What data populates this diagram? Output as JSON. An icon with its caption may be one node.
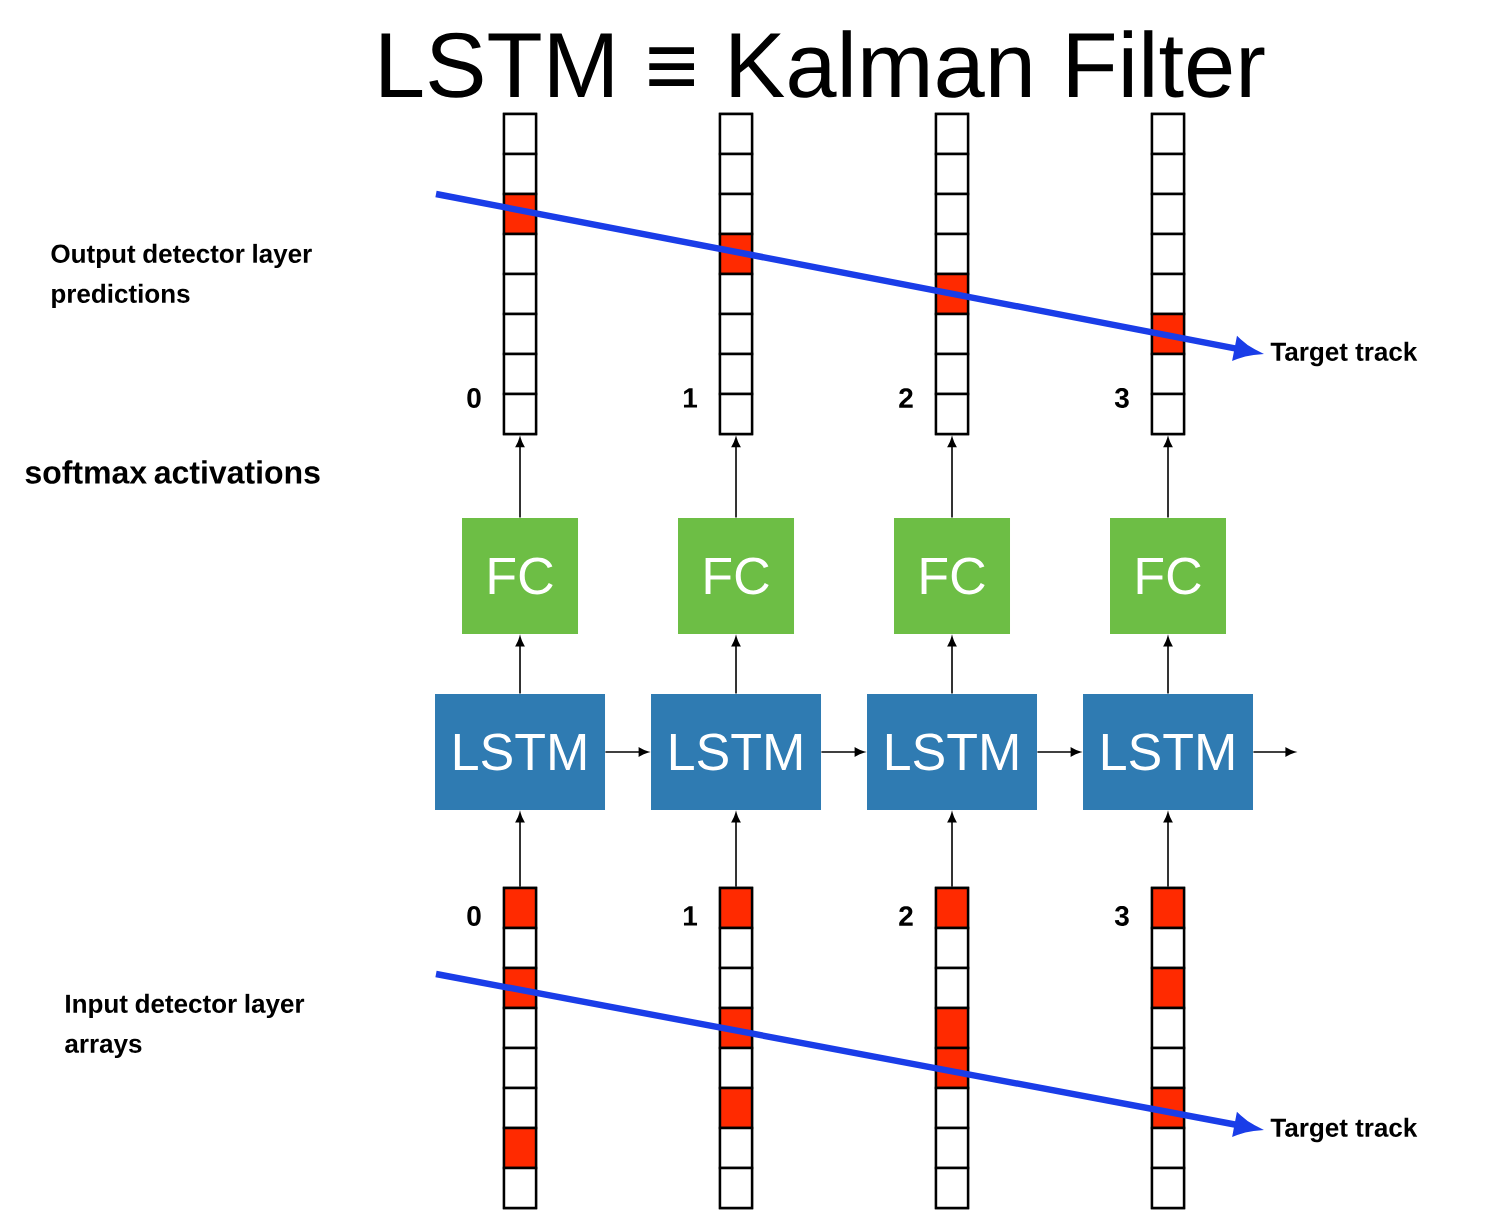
{
  "diagram": {
    "title": "LSTM ≡ Kalman Filter",
    "nodes": [
      {
        "text": [],
        "shape": "bar",
        "beside": [
          "0"
        ]
      },
      {
        "text": [],
        "shape": "bar",
        "beside": [
          "1"
        ]
      },
      {
        "text": [],
        "shape": "bar",
        "beside": [
          "2"
        ]
      },
      {
        "text": [],
        "shape": "bar",
        "beside": [
          "3"
        ]
      },
      {
        "text": [
          "FC"
        ]
      },
      {
        "text": [
          "FC"
        ]
      },
      {
        "text": [
          "FC"
        ]
      },
      {
        "text": [
          "FC"
        ]
      },
      {
        "text": [
          "LSTM"
        ]
      },
      {
        "text": [
          "LSTM"
        ]
      },
      {
        "text": [
          "LSTM"
        ]
      },
      {
        "text": [
          "LSTM"
        ]
      },
      {
        "text": [],
        "shape": "bar",
        "beside": [
          "0"
        ]
      },
      {
        "text": [],
        "shape": "bar",
        "beside": [
          "1"
        ]
      },
      {
        "text": [],
        "shape": "bar",
        "beside": [
          "2"
        ]
      },
      {
        "text": [],
        "shape": "bar",
        "beside": [
          "3"
        ]
      },
      {
        "text": [
          "Target track"
        ]
      },
      {
        "text": [
          "Target track"
        ]
      }
    ],
    "edges": [
      {
        "from": 12,
        "to": 8,
        "arrow": "to"
      },
      {
        "from": 13,
        "to": 9,
        "arrow": "to"
      },
      {
        "from": 14,
        "to": 10,
        "arrow": "to"
      },
      {
        "from": 15,
        "to": 11,
        "arrow": "to"
      },
      {
        "from": 8,
        "to": 4,
        "arrow": "to"
      },
      {
        "from": 9,
        "to": 5,
        "arrow": "to"
      },
      {
        "from": 10,
        "to": 6,
        "arrow": "to"
      },
      {
        "from": 11,
        "to": 7,
        "arrow": "to"
      },
      {
        "from": 4,
        "to": 0,
        "arrow": "to"
      },
      {
        "from": 5,
        "to": 1,
        "arrow": "to"
      },
      {
        "from": 6,
        "to": 2,
        "arrow": "to"
      },
      {
        "from": 7,
        "to": 3,
        "arrow": "to"
      },
      {
        "from": 8,
        "to": 9,
        "arrow": "to"
      },
      {
        "from": 9,
        "to": 10,
        "arrow": "to"
      },
      {
        "from": 10,
        "to": 11,
        "arrow": "to"
      },
      {
        "from": 11,
        "to": null,
        "arrow": "to"
      },
      {
        "from": null,
        "to": 16,
        "arrow": "to",
        "style": "thick",
        "color": "#1a3de8"
      },
      {
        "from": null,
        "to": 17,
        "arrow": "to",
        "style": "thick",
        "color": "#1a3de8"
      }
    ],
    "labels": [
      "Output detector layer predictions",
      "softmax activations",
      "Input detector layer arrays"
    ]
  }
}
